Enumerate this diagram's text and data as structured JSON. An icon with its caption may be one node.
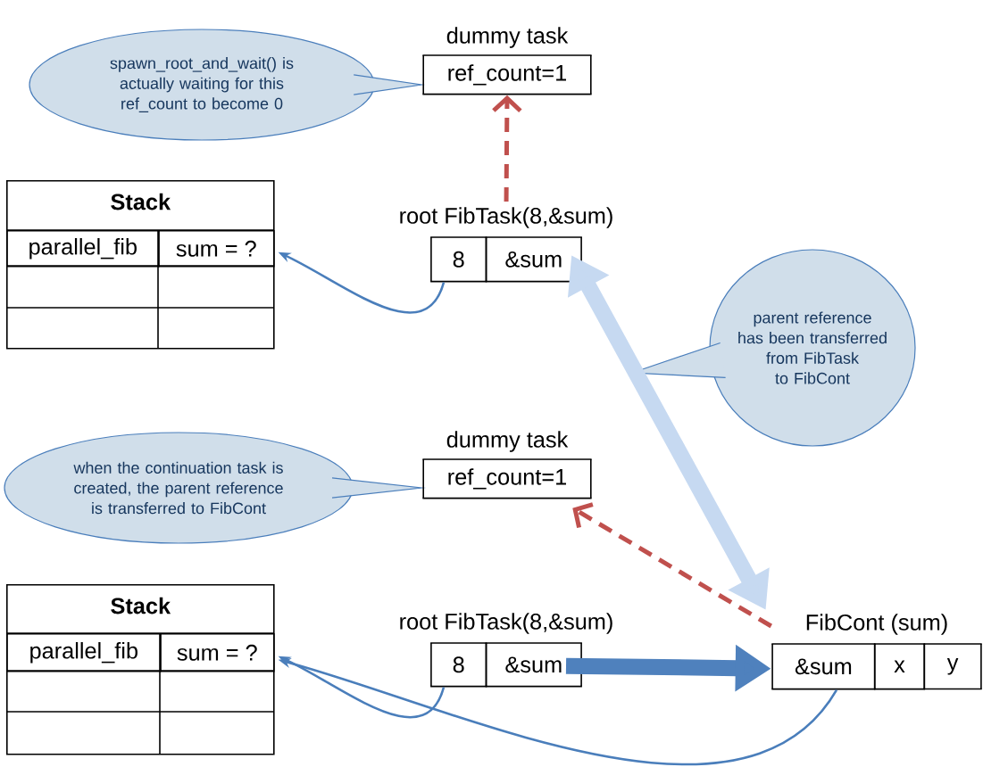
{
  "diagram": {
    "nodes": [
      {
        "text": [
          "spawn_root_and_wait() is actually waiting for this ref_count to become 0"
        ]
      },
      {
        "text": [
          "dummy task",
          "ref_count=1"
        ]
      },
      {
        "text": [
          "Stack"
        ]
      },
      {
        "text": [
          "parallel_fib"
        ],
        "in": 2
      },
      {
        "text": [
          "sum = ?"
        ],
        "in": 2
      },
      {
        "text": [
          "root FibTask(8,&sum)",
          "8",
          "&sum"
        ]
      },
      {
        "text": [
          "parent reference has been transferred from FibTask to FibCont"
        ]
      },
      {
        "text": [
          "when the continuation task is created, the parent reference is transferred to FibCont"
        ]
      },
      {
        "text": [
          "dummy task",
          "ref_count=1"
        ]
      },
      {
        "text": [
          "Stack"
        ]
      },
      {
        "text": [
          "parallel_fib"
        ],
        "in": 9
      },
      {
        "text": [
          "sum = ?"
        ],
        "in": 9
      },
      {
        "text": [
          "root FibTask(8,&sum)",
          "8",
          "&sum"
        ]
      },
      {
        "text": [
          "FibCont (sum)",
          "&sum",
          "x",
          "y"
        ]
      }
    ],
    "edges": [
      {
        "from": 5,
        "to": 1,
        "arrow": "to",
        "style": "dashed",
        "color": "#c0504d"
      },
      {
        "from": 5,
        "to": 4,
        "arrow": "to"
      },
      {
        "from": 5,
        "to": 13,
        "arrow": "both",
        "style": "thick",
        "color": "#c6d9f1"
      },
      {
        "from": 13,
        "to": 8,
        "arrow": "to",
        "style": "dashed",
        "color": "#c0504d"
      },
      {
        "from": 12,
        "to": 11,
        "arrow": "to"
      },
      {
        "from": 13,
        "to": 11,
        "arrow": "to"
      },
      {
        "from": 12,
        "to": 13,
        "arrow": "to",
        "style": "thick",
        "color": "#4f81bd"
      }
    ]
  }
}
